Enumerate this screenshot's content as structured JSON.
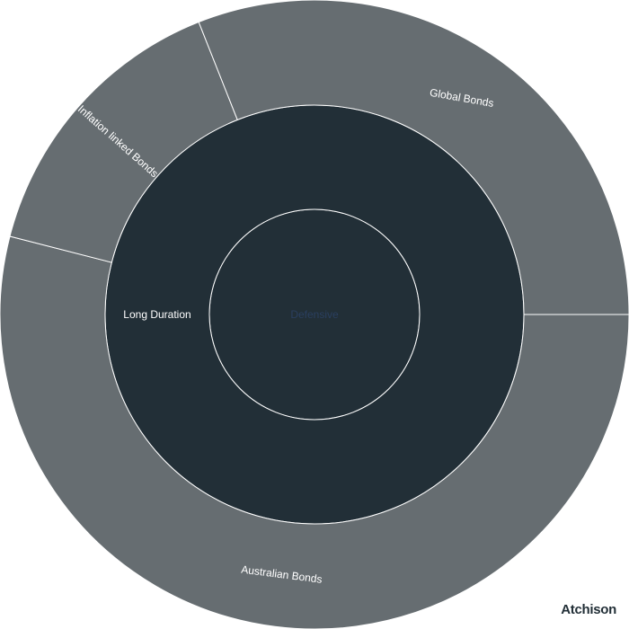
{
  "chart_data": {
    "type": "sunburst",
    "rings": [
      {
        "level": 0,
        "segments": [
          {
            "label": "Defensive",
            "value": 100
          }
        ]
      },
      {
        "level": 1,
        "segments": [
          {
            "label": "Long Duration",
            "parent": "Defensive",
            "value": 100
          }
        ]
      },
      {
        "level": 2,
        "segments": [
          {
            "label": "Australian Bonds",
            "parent": "Long Duration",
            "value": 54
          },
          {
            "label": "Inflation linked Bonds",
            "parent": "Long Duration",
            "value": 15
          },
          {
            "label": "Global Bonds",
            "parent": "Long Duration",
            "value": 31
          }
        ]
      }
    ],
    "start_angle_deg": 0,
    "direction": "clockwise",
    "colors": {
      "center": "#222f37",
      "middle": "#222f37",
      "outer": "#666d71",
      "border": "#ffffff",
      "center_label": "#2a3f5f",
      "label": "#ffffff"
    }
  },
  "brand": {
    "text": "Atchison",
    "color": "#222f37"
  }
}
